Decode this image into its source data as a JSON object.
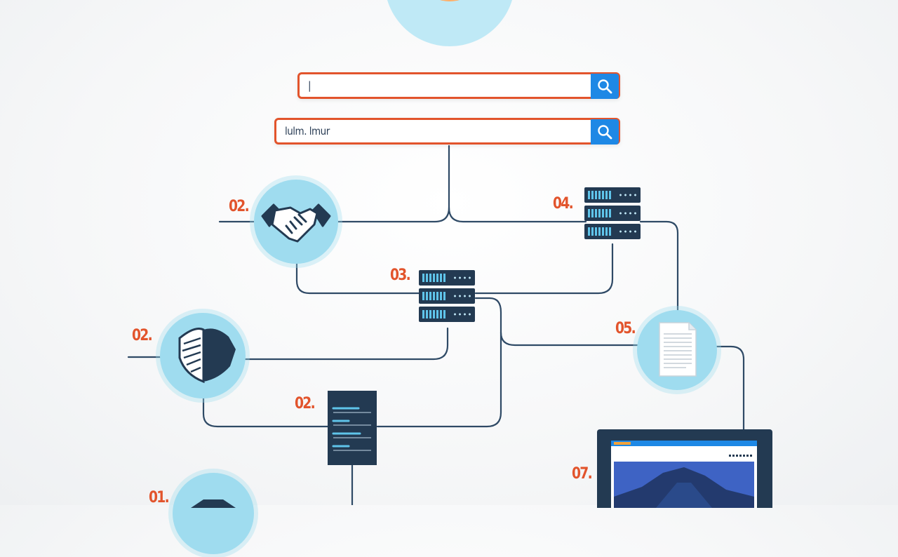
{
  "search_top": {
    "value": "|",
    "icon": "search-icon"
  },
  "search_bottom": {
    "value": "lulm. lmur",
    "icon": "search-icon"
  },
  "labels": {
    "n01": "01.",
    "n02_top": "02.",
    "n02_mid": "02.",
    "n02_low": "02.",
    "n03": "03.",
    "n04": "04.",
    "n05": "05.",
    "n07": "07."
  },
  "colors": {
    "accent": "#e2542c",
    "blue": "#1e88e5",
    "bubble": "#9fdcef",
    "dark": "#233a52",
    "line": "#2f4a66"
  },
  "icons": [
    "globe-icon",
    "handshake-icon",
    "server-icon",
    "shield-icon",
    "document-icon",
    "monitor-icon"
  ]
}
